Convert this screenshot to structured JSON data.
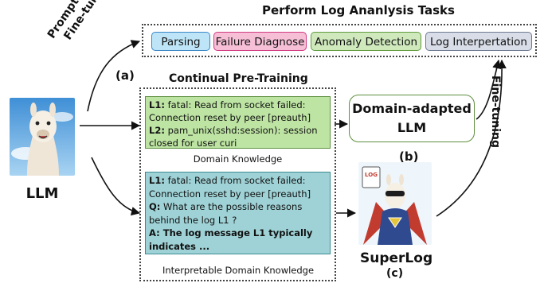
{
  "top": {
    "title": "Perform Log Ananlysis Tasks",
    "tasks": [
      "Parsing",
      "Failure Diagnose",
      "Anomaly Detection",
      "Log Interpertation"
    ]
  },
  "edge_labels": {
    "prompt_line1": "Prompting or",
    "prompt_line2": "Fine-tuning",
    "fine_tuning": "Fine-tuning"
  },
  "cpt": {
    "title": "Continual Pre-Training",
    "green": {
      "l1_tag": "L1:",
      "l1_text": " fatal: Read from socket failed: Connection reset by peer [preauth]",
      "l2_tag": "L2:",
      "l2_text": " pam_unix(sshd:session): session closed for user curi",
      "label": "Domain Knowledge"
    },
    "teal": {
      "l1_tag": "L1:",
      "l1_text": " fatal: Read from socket failed: Connection reset by peer [preauth]",
      "q_tag": "Q:",
      "q_text": " What are the possible reasons behind the log L1 ?",
      "a_tag": "A:",
      "a_text": " The log message L1 typically indicates ...",
      "label": "Interpretable Domain Knowledge"
    }
  },
  "nodes": {
    "llm": "LLM",
    "domain_adapted_line1": "Domain-adapted",
    "domain_adapted_line2": "LLM",
    "superlog": "SuperLog",
    "superlog_tag": "LOG"
  },
  "markers": {
    "a": "(a)",
    "b": "(b)",
    "c": "(c)"
  },
  "colors": {
    "parsing": "#bde5f7",
    "failure": "#f6bfd6",
    "anomaly": "#cfe9bd",
    "interpretation": "#d8dde7",
    "green_box": "#bde4a3",
    "teal_box": "#9fd2d6"
  }
}
